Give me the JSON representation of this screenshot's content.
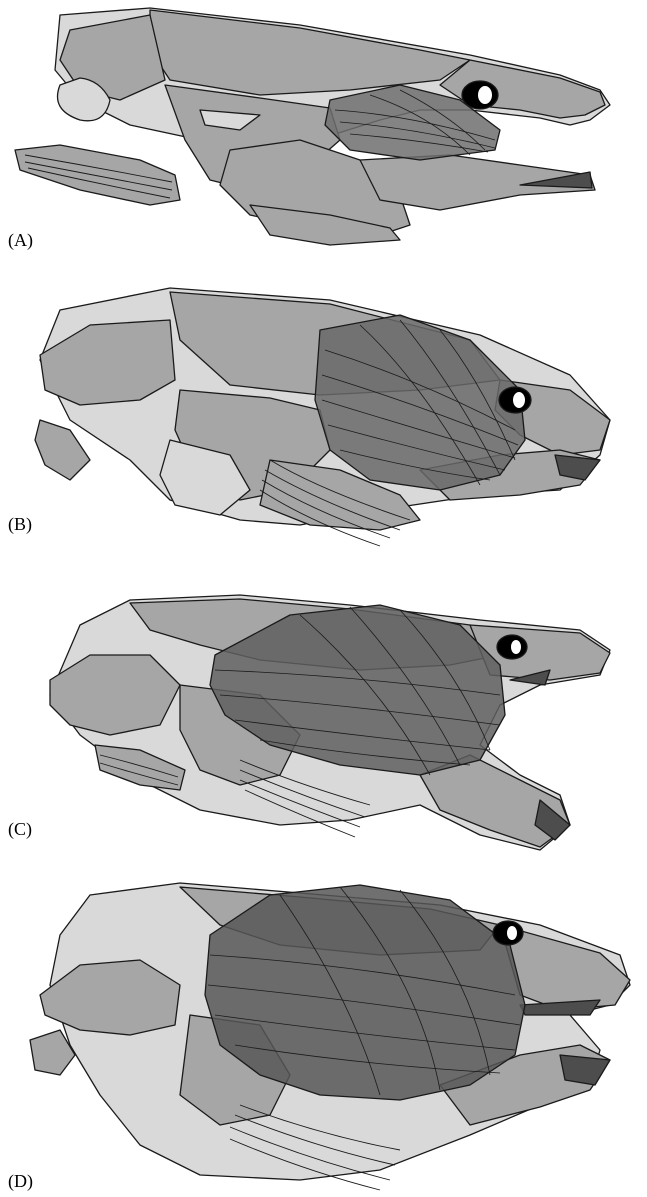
{
  "figure": {
    "panels": [
      {
        "label": "(A)",
        "adductor_shade": "#6f6f6f"
      },
      {
        "label": "(B)",
        "adductor_shade": "#686868"
      },
      {
        "label": "(C)",
        "adductor_shade": "#5f5f5f"
      },
      {
        "label": "(D)",
        "adductor_shade": "#575757"
      }
    ]
  },
  "colors": {
    "bone_dark": "#a6a6a6",
    "bone_light": "#d9d9d9",
    "outline": "#1a1a1a",
    "eye": "#000000",
    "background": "#ffffff"
  },
  "icons": [
    "fish-skull-lateral-view",
    "adductor-mandibulae-muscle",
    "orbit-eye",
    "jaw-teeth",
    "branchiostegal-rays"
  ]
}
